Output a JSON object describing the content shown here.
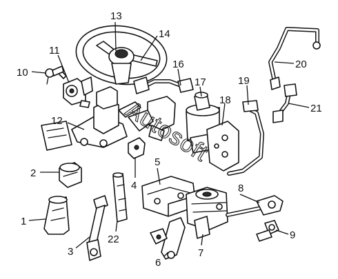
{
  "watermark": "Autosoft",
  "callouts": [
    {
      "id": "1",
      "label": "1"
    },
    {
      "id": "2",
      "label": "2"
    },
    {
      "id": "3",
      "label": "3"
    },
    {
      "id": "4",
      "label": "4"
    },
    {
      "id": "5",
      "label": "5"
    },
    {
      "id": "6",
      "label": "6"
    },
    {
      "id": "7",
      "label": "7"
    },
    {
      "id": "8",
      "label": "8"
    },
    {
      "id": "9",
      "label": "9"
    },
    {
      "id": "10",
      "label": "10"
    },
    {
      "id": "11",
      "label": "11"
    },
    {
      "id": "12",
      "label": "12"
    },
    {
      "id": "13",
      "label": "13"
    },
    {
      "id": "14",
      "label": "14"
    },
    {
      "id": "16",
      "label": "16"
    },
    {
      "id": "17",
      "label": "17"
    },
    {
      "id": "18",
      "label": "18"
    },
    {
      "id": "19",
      "label": "19"
    },
    {
      "id": "20",
      "label": "20"
    },
    {
      "id": "21",
      "label": "21"
    },
    {
      "id": "22",
      "label": "22"
    }
  ]
}
